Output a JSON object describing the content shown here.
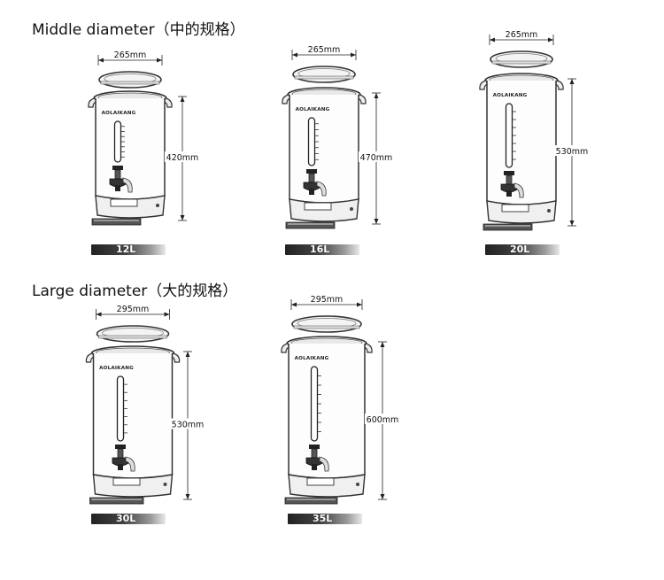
{
  "sections": [
    {
      "title": "Middle diameter（中的规格）"
    },
    {
      "title": "Large diameter（大的规格）"
    }
  ],
  "brand": "AOLAIKANG",
  "boilers": [
    {
      "capacity": "12L",
      "width_label": "265mm",
      "height_label": "420mm"
    },
    {
      "capacity": "16L",
      "width_label": "265mm",
      "height_label": "470mm"
    },
    {
      "capacity": "20L",
      "width_label": "265mm",
      "height_label": "530mm"
    },
    {
      "capacity": "30L",
      "width_label": "295mm",
      "height_label": "530mm"
    },
    {
      "capacity": "35L",
      "width_label": "295mm",
      "height_label": "600mm"
    }
  ]
}
